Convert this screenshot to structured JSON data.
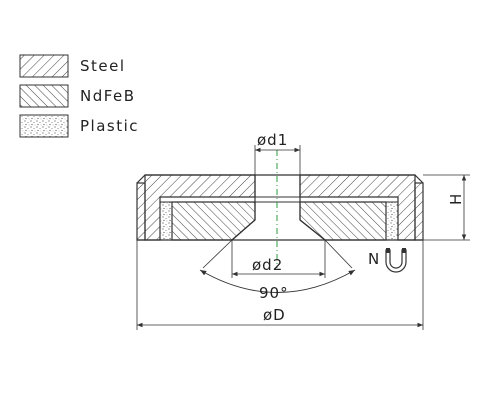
{
  "legend": {
    "items": [
      {
        "key": "steel",
        "label": "Steel"
      },
      {
        "key": "ndfeb",
        "label": "NdFeB"
      },
      {
        "key": "plastic",
        "label": "Plastic"
      }
    ]
  },
  "dimensions": {
    "d1": "ød1",
    "d2": "ød2",
    "angle": "90°",
    "D": "øD",
    "H": "H"
  },
  "pole_labels": {
    "north": "N"
  },
  "colors": {
    "line": "#333333",
    "hatch": "#444444",
    "centerline": "#2a9d3c"
  }
}
